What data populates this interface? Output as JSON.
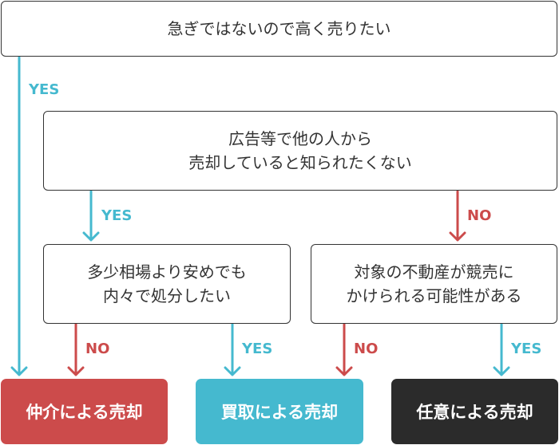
{
  "colors": {
    "yes": "#45b9cf",
    "no": "#cc4b4b",
    "border": "#333333",
    "dark": "#2b2b2b"
  },
  "questions": {
    "q1": "急ぎではないので高く売りたい",
    "q2": [
      "広告等で他の人から",
      "売却していると知られたくない"
    ],
    "q3": [
      "多少相場より安めでも",
      "内々で処分したい"
    ],
    "q4": [
      "対象の不動産が競売に",
      "かけられる可能性がある"
    ]
  },
  "labels": {
    "yes": "YES",
    "no": "NO"
  },
  "results": {
    "brokerage": "仲介による売却",
    "purchase": "買取による売却",
    "voluntary": "任意による売却"
  }
}
